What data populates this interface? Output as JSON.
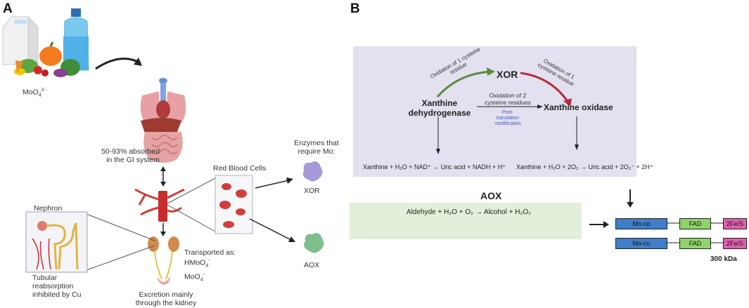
{
  "panel_a": {
    "letter": "A",
    "intake_label_base": "MoO",
    "intake_label_sub": "4",
    "intake_label_sup": "2-",
    "absorbed": [
      "50-93% absorbed",
      "in the GI system"
    ],
    "red_blood_cells": "Red Blood Cells",
    "enzymes_title": [
      "Enzymes that",
      "require Mo:"
    ],
    "xor_label": "XOR",
    "aox_label": "AOX",
    "transported_as": "Transported as:",
    "hmoo4": "HMoO",
    "moo4": "MoO",
    "nephron": "Nephron",
    "tubular": [
      "Tubular",
      "reabsorption",
      "inhibited by Cu"
    ],
    "excretion": [
      "Excretion mainly",
      "through the kidney"
    ]
  },
  "panel_b": {
    "letter": "B",
    "xor_title": "XOR",
    "xdh": [
      "Xanthine",
      "dehydrogenase"
    ],
    "xo": "Xanthine oxidase",
    "ox1_left": [
      "Oxidation of 1 cysteine",
      "residue"
    ],
    "ox1_right": [
      "Oxidation of 1",
      "cysteine residue"
    ],
    "ox2": [
      "Oxidation of 2",
      "cysteine residues"
    ],
    "post_translation": [
      "Post-",
      "translation",
      "modification"
    ],
    "eq_left": "Xanthine + H₂O + NAD⁺ → Uric acid + NADH + H⁺",
    "eq_right": "Xanthine + H₂O + 2O₂ → Uric acid + 2O₂⁻ + 2H⁺",
    "aox_title": "AOX",
    "aox_eq": "Aldehyde + H₂O + O₂ → Alcohol + H₂O₂",
    "domains": [
      "Mo-co",
      "FAD",
      "2Fe/S"
    ],
    "mass": "300 kDa"
  },
  "colors": {
    "xor_box": "#e3e0ef",
    "aox_box": "#e2efdb",
    "moco": "#3f7fc9",
    "fad": "#8fd36b",
    "fes": "#e05fae",
    "green_arrow": "#5b8c3c",
    "red_arrow": "#b52b38",
    "blue_text": "#4a5bb8"
  }
}
